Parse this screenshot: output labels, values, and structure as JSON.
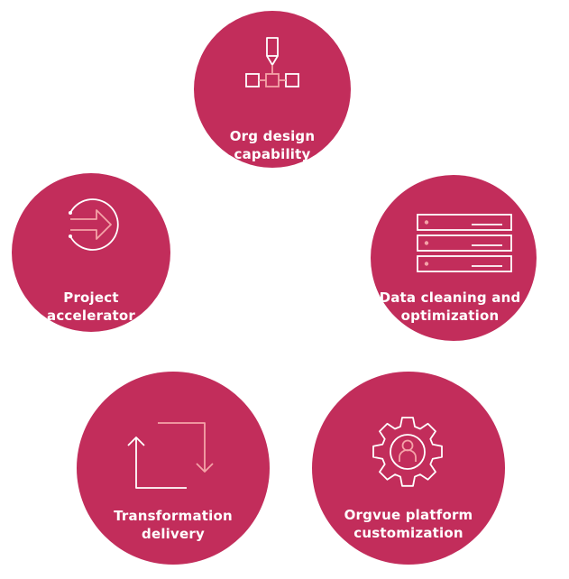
{
  "colors": {
    "circle": "#c22d5b",
    "icon_primary": "#ffffff",
    "icon_accent": "#f4a3a8",
    "text": "#ffffff"
  },
  "items": [
    {
      "id": "org-design",
      "lines": [
        "Org design",
        "capability"
      ],
      "icon": "pen-and-org-chart-icon"
    },
    {
      "id": "project-accelerator",
      "lines": [
        "Project",
        "accelerator"
      ],
      "icon": "arrow-into-circle-icon"
    },
    {
      "id": "data-cleaning",
      "lines": [
        "Data cleaning and",
        "optimization"
      ],
      "icon": "server-stack-icon"
    },
    {
      "id": "transformation",
      "lines": [
        "Transformation",
        "delivery"
      ],
      "icon": "cycle-arrows-icon"
    },
    {
      "id": "platform-customization",
      "lines": [
        "Orgvue platform",
        "customization"
      ],
      "icon": "gear-with-user-icon"
    }
  ]
}
